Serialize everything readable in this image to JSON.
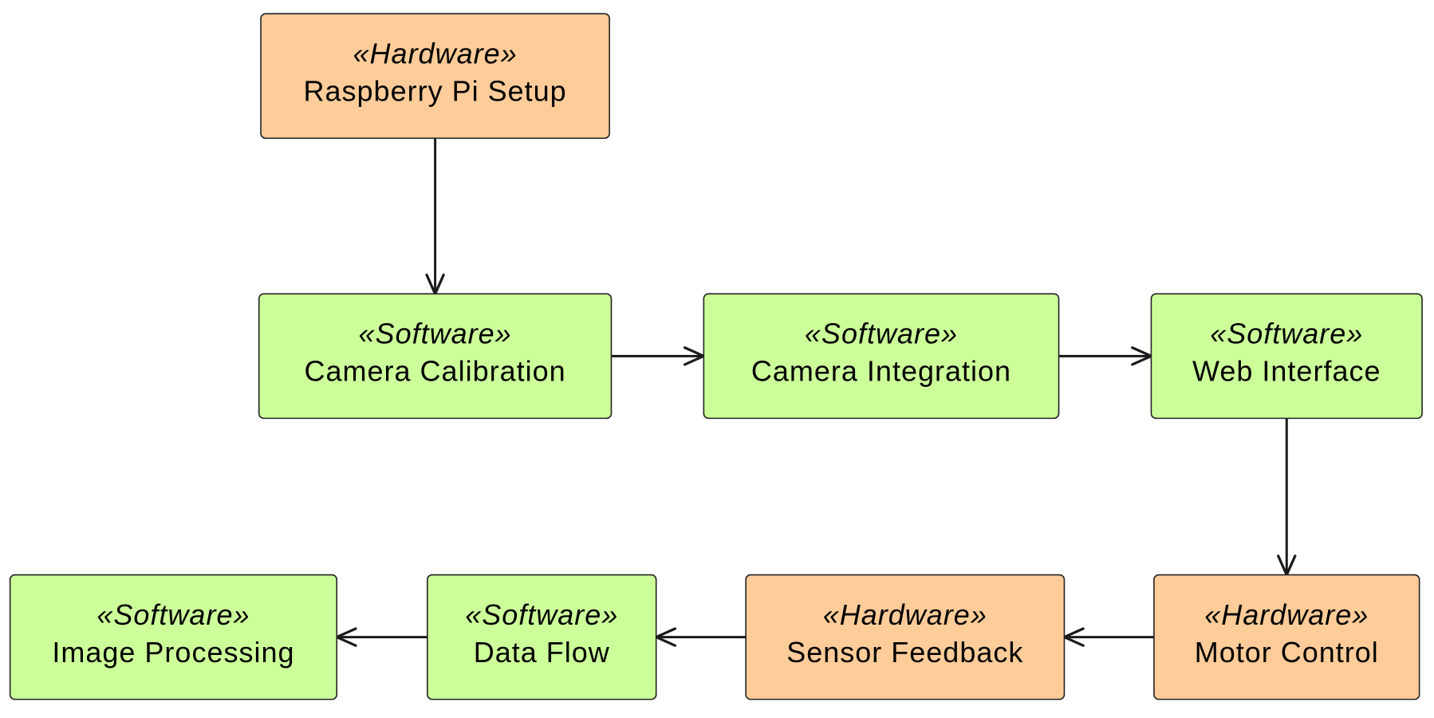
{
  "colors": {
    "hardware": "#FECC99",
    "software": "#CCFF99",
    "border": "#222222",
    "edge": "#1A1A1A"
  },
  "nodes": [
    {
      "id": "raspberry-pi-setup",
      "stereotype": "«Hardware»",
      "label": "Raspberry Pi Setup",
      "kind": "hardware"
    },
    {
      "id": "camera-calibration",
      "stereotype": "«Software»",
      "label": "Camera Calibration",
      "kind": "software"
    },
    {
      "id": "camera-integration",
      "stereotype": "«Software»",
      "label": "Camera Integration",
      "kind": "software"
    },
    {
      "id": "web-interface",
      "stereotype": "«Software»",
      "label": "Web Interface",
      "kind": "software"
    },
    {
      "id": "motor-control",
      "stereotype": "«Hardware»",
      "label": "Motor Control",
      "kind": "hardware"
    },
    {
      "id": "sensor-feedback",
      "stereotype": "«Hardware»",
      "label": "Sensor Feedback",
      "kind": "hardware"
    },
    {
      "id": "data-flow",
      "stereotype": "«Software»",
      "label": "Data Flow",
      "kind": "software"
    },
    {
      "id": "image-processing",
      "stereotype": "«Software»",
      "label": "Image Processing",
      "kind": "software"
    }
  ],
  "edges": [
    {
      "from": "raspberry-pi-setup",
      "to": "camera-calibration"
    },
    {
      "from": "camera-calibration",
      "to": "camera-integration"
    },
    {
      "from": "camera-integration",
      "to": "web-interface"
    },
    {
      "from": "web-interface",
      "to": "motor-control"
    },
    {
      "from": "motor-control",
      "to": "sensor-feedback"
    },
    {
      "from": "sensor-feedback",
      "to": "data-flow"
    },
    {
      "from": "data-flow",
      "to": "image-processing"
    }
  ]
}
